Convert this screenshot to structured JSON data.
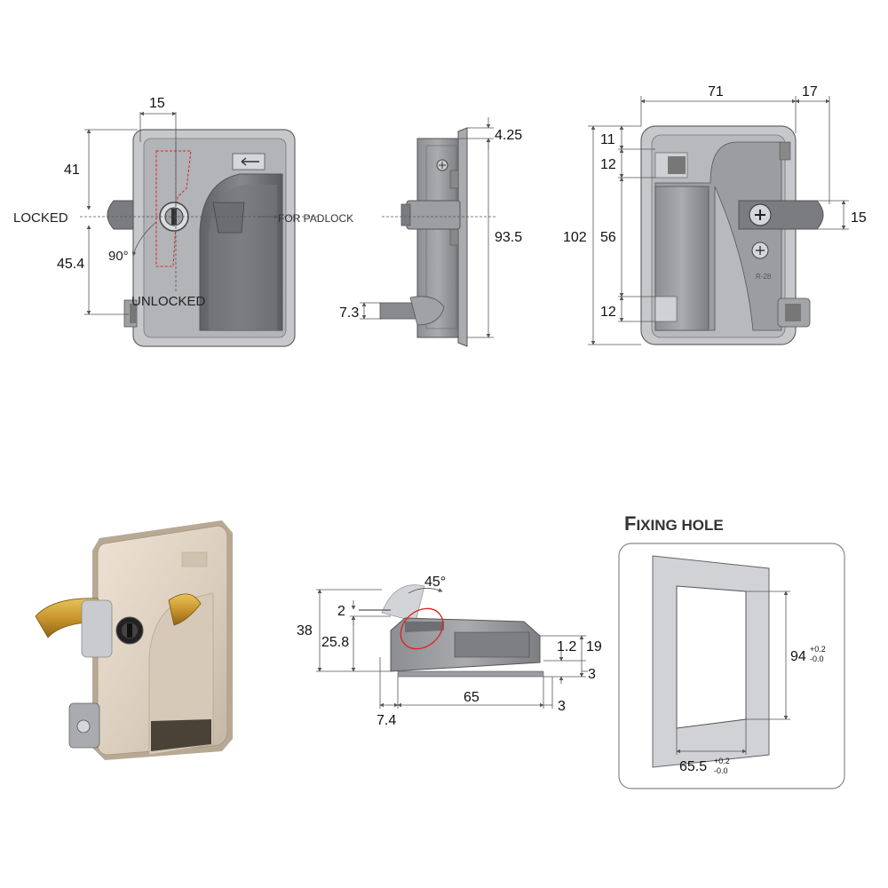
{
  "front_view": {
    "dims": {
      "width_top": "15",
      "upper": "41",
      "lower": "45.4"
    },
    "labels": {
      "locked": "LOCKED",
      "unlocked": "UNLOCKED",
      "padlock": "FOR PADLOCK",
      "angle": "90°"
    }
  },
  "side_view": {
    "dims": {
      "plate": "4.25",
      "height": "93.5",
      "offset": "7.3"
    }
  },
  "rear_view": {
    "dims": {
      "width": "71",
      "extra": "17",
      "total_h": "102",
      "top": "11",
      "slot_top": "12",
      "mid": "56",
      "slot_bot": "12",
      "arm": "15"
    },
    "marking": "R-28"
  },
  "section_view": {
    "dims": {
      "height": "38",
      "inner": "25.8",
      "top": "2",
      "angle": "45°",
      "h19": "19",
      "h12": "1.2",
      "base": "3",
      "len": "65",
      "offset": "7.4",
      "end": "3"
    }
  },
  "fixing_hole": {
    "title_first": "F",
    "title_rest": "IXING HOLE",
    "height": "94",
    "height_tol_plus": "+0.2",
    "height_tol_minus": "-0.0",
    "width": "65.5",
    "width_tol_plus": "+0.2",
    "width_tol_minus": "-0.0"
  }
}
